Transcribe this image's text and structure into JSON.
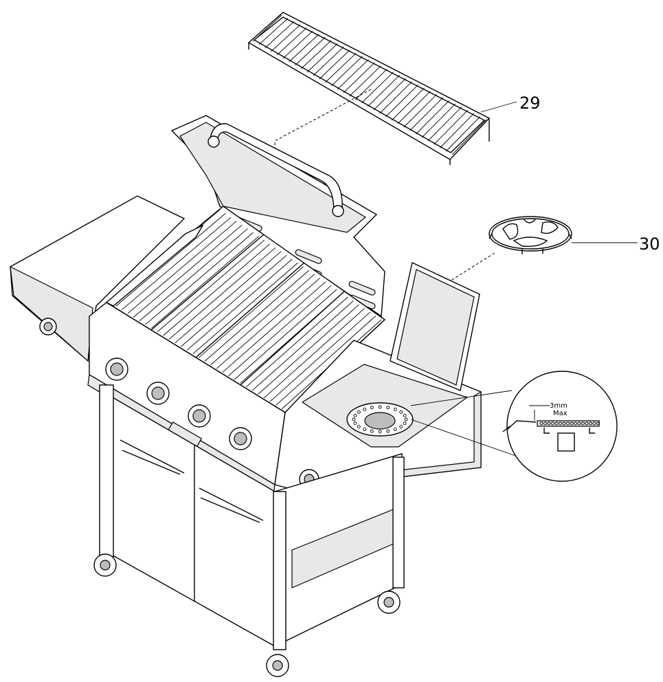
{
  "callouts": [
    {
      "number": "29",
      "part": "warming-rack"
    },
    {
      "number": "30",
      "part": "side-burner-grate"
    }
  ],
  "detail": {
    "gap_text": "3mm",
    "gap_sub": "Max"
  },
  "brand_plate_text": "",
  "colors": {
    "line": "#000000",
    "background": "#ffffff",
    "shade": "#e8e8e8"
  }
}
